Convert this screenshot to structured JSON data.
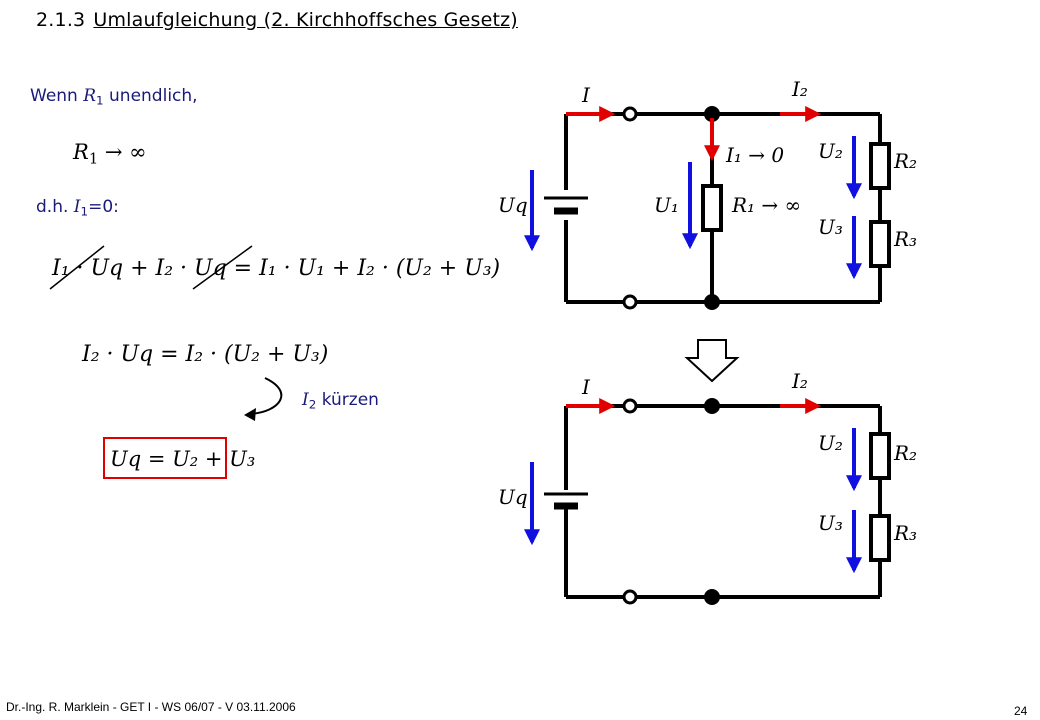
{
  "slide": {
    "section_number": "2.1.3",
    "section_title": "Umlaufgleichung (2. Kirchhoffsches Gesetz)",
    "wenn_prefix": "Wenn ",
    "wenn_var": "R",
    "wenn_sub": "1",
    "wenn_suffix": " unendlich,",
    "limit_var": "R",
    "limit_sub": "1",
    "limit_rest": " → ∞",
    "dh_prefix": "d.h. ",
    "dh_var": "I",
    "dh_sub": "1",
    "dh_suffix": "=0:",
    "kuerzen_var": "I",
    "kuerzen_sub": "2",
    "kuerzen_text": " kürzen",
    "eq1": "I₁ · Uq + I₂ · Uq = I₁ · U₁ + I₂ · (U₂ + U₃)",
    "eq2": "I₂ · Uq = I₂ · (U₂ + U₃)",
    "eq3": "Uq = U₂ + U₃",
    "footer_left": "Dr.-Ing. R. Marklein  -  GET I  -  WS 06/07  -  V 03.11.2006",
    "page_number": "24"
  },
  "circuit_top": {
    "current_label": "I",
    "i2_label": "I₂",
    "i1_label": "I₁ → 0",
    "uq_label": "Uq",
    "u1_label": "U₁",
    "r1_label": "R₁ → ∞",
    "u2_label": "U₂",
    "u3_label": "U₃",
    "r2_label": "R₂",
    "r3_label": "R₃"
  },
  "circuit_bottom": {
    "current_label": "I",
    "i2_label": "I₂",
    "uq_label": "Uq",
    "u2_label": "U₂",
    "u3_label": "U₃",
    "r2_label": "R₂",
    "r3_label": "R₃"
  },
  "colors": {
    "heading": "#000000",
    "text_navy": "#1a1a7a",
    "current_arrow": "#e00000",
    "voltage_arrow": "#1010e0",
    "result_box": "#e00000"
  },
  "icons": [
    "down-arrow-icon",
    "curved-arrow-icon",
    "strikethrough-line"
  ]
}
